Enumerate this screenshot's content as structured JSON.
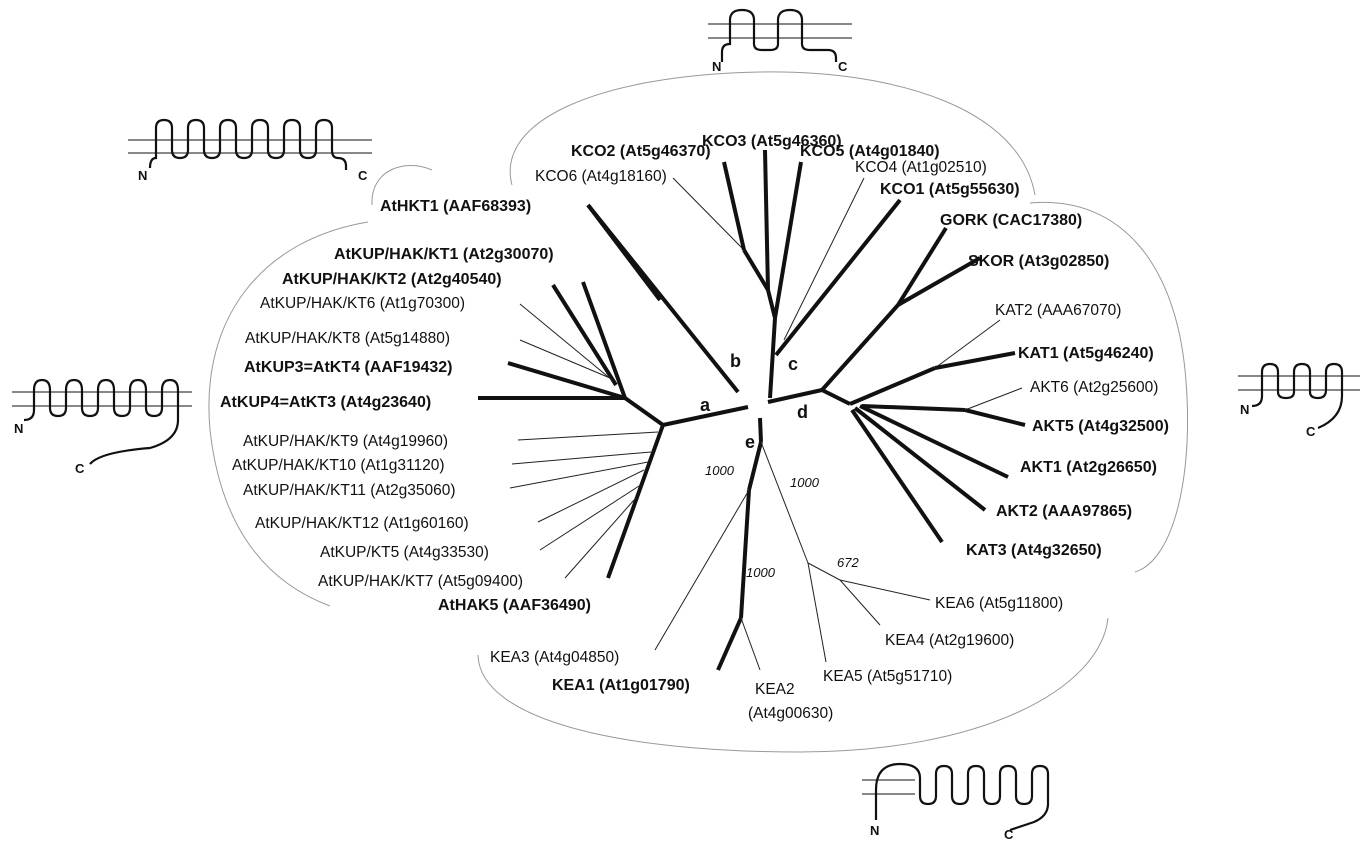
{
  "tree": {
    "internal_nodes": [
      "a",
      "b",
      "c",
      "d",
      "e"
    ],
    "bootstrap_values": [
      "1000",
      "1000",
      "1000",
      "672"
    ],
    "leaves": {
      "kco3": "KCO3 (At5g46360)",
      "kco2": "KCO2 (At5g46370)",
      "kco5": "KCO5 (At4g01840)",
      "kco6": "KCO6 (At4g18160)",
      "kco4": "KCO4 (At1g02510)",
      "kco1": "KCO1 (At5g55630)",
      "athkt1": "AtHKT1 (AAF68393)",
      "gork": "GORK (CAC17380)",
      "skor": "SKOR (At3g02850)",
      "kup_kt1": "AtKUP/HAK/KT1 (At2g30070)",
      "kup_kt2": "AtKUP/HAK/KT2 (At2g40540)",
      "kup_kt6": "AtKUP/HAK/KT6 (At1g70300)",
      "kup_kt8": "AtKUP/HAK/KT8 (At5g14880)",
      "kup3": "AtKUP3=AtKT4 (AAF19432)",
      "kup4": "AtKUP4=AtKT3 (At4g23640)",
      "kup_kt9": "AtKUP/HAK/KT9 (At4g19960)",
      "kup_kt10": "AtKUP/HAK/KT10 (At1g31120)",
      "kup_kt11": "AtKUP/HAK/KT11 (At2g35060)",
      "kup_kt12": "AtKUP/HAK/KT12 (At1g60160)",
      "kup_kt5": "AtKUP/KT5 (At4g33530)",
      "kup_kt7": "AtKUP/HAK/KT7 (At5g09400)",
      "athak5": "AtHAK5 (AAF36490)",
      "kat2": "KAT2 (AAA67070)",
      "kat1": "KAT1 (At5g46240)",
      "akt6": "AKT6 (At2g25600)",
      "akt5": "AKT5 (At4g32500)",
      "akt1": "AKT1 (At2g26650)",
      "akt2": "AKT2 (AAA97865)",
      "kat3": "KAT3 (At4g32650)",
      "kea6": "KEA6 (At5g11800)",
      "kea4": "KEA4 (At2g19600)",
      "kea3": "KEA3 (At4g04850)",
      "kea1": "KEA1 (At1g01790)",
      "kea5": "KEA5 (At5g51710)",
      "kea2_name": "KEA2",
      "kea2_id": "(At4g00630)"
    }
  },
  "topology_labels": {
    "n": "N",
    "c": "C"
  }
}
